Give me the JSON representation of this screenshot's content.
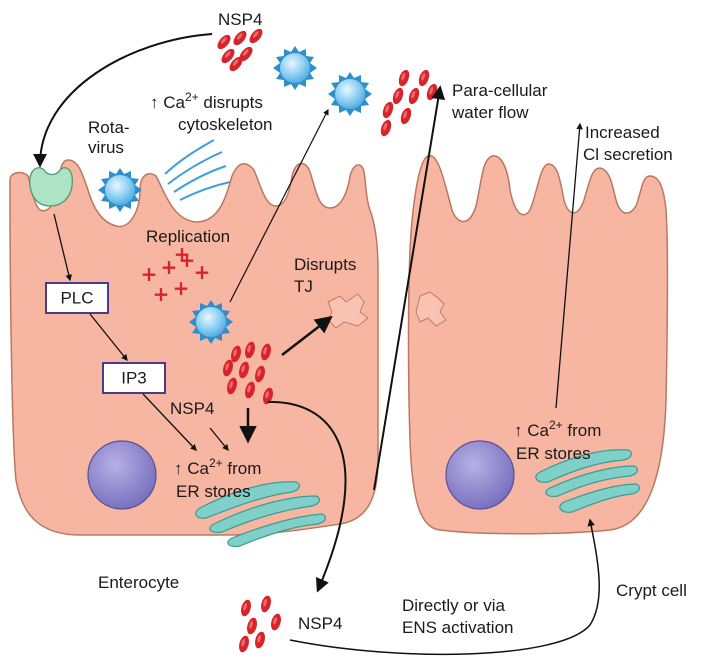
{
  "labels": {
    "nsp4_top": "NSP4",
    "rotavirus_line1": "Rota-",
    "rotavirus_line2": "virus",
    "ca_cyto_arrow": "↑ Ca",
    "ca_cyto_sup": "2+",
    "ca_cyto_rest": " disrupts",
    "cytoskeleton": "cytoskeleton",
    "paracellular_line1": "Para-cellular",
    "paracellular_line2": "water flow",
    "increased_line1": "Increased",
    "increased_line2": "Cl secretion",
    "replication": "Replication",
    "disrupts_line1": "Disrupts",
    "disrupts_line2": "TJ",
    "plc": "PLC",
    "ip3": "IP3",
    "nsp4_mid": "NSP4",
    "ca_er_left_arrow": "↑ Ca",
    "ca_er_left_sup": "2+",
    "ca_er_left_rest": " from",
    "er_stores_left": "ER stores",
    "ca_er_right_arrow": "↑ Ca",
    "ca_er_right_sup": "2+",
    "ca_er_right_rest": " from",
    "er_stores_right": "ER stores",
    "enterocyte": "Enterocyte",
    "crypt_cell": "Crypt cell",
    "nsp4_bottom": "NSP4",
    "directly_line1": "Directly or via",
    "directly_line2": "ENS activation"
  },
  "colors": {
    "cell_fill": "#f6b6a2",
    "cell_stroke": "#b9785f",
    "nsp4_red": "#d8232a",
    "virus_blue": "#3d9fd8",
    "er_teal": "#7fd0c8",
    "nucleus_purple": "#8a82c8",
    "box_border": "#4a3a8c"
  }
}
